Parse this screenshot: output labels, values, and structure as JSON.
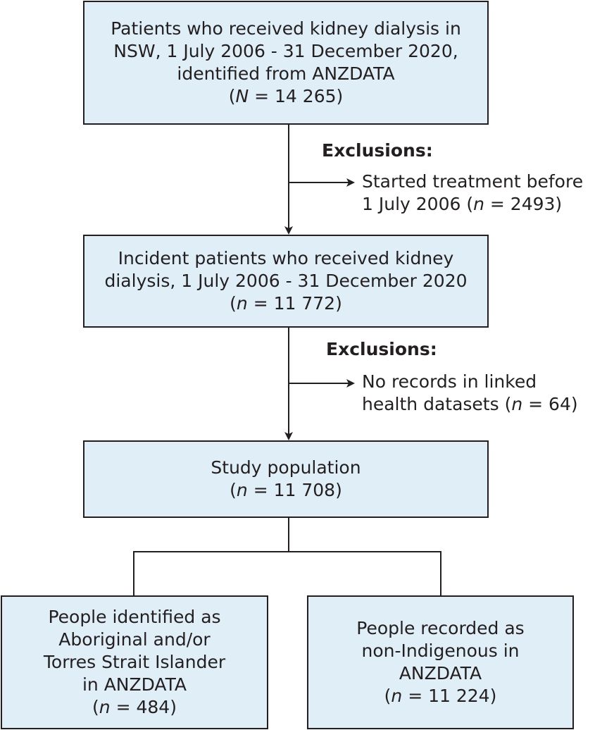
{
  "boxes": {
    "source": {
      "lines": [
        "Patients who received kidney dialysis in",
        "NSW, 1 July 2006 - 31 December 2020,",
        "identified from ANZDATA"
      ],
      "n_letter": "N",
      "n_value": "14 265"
    },
    "incident": {
      "lines": [
        "Incident patients who received kidney",
        "dialysis, 1 July 2006 - 31 December 2020"
      ],
      "n_letter": "n",
      "n_value": "11 772"
    },
    "study": {
      "lines": [
        "Study population"
      ],
      "n_letter": "n",
      "n_value": "11 708"
    },
    "aboriginal": {
      "lines": [
        "People identified as",
        "Aboriginal and/or",
        "Torres Strait Islander",
        "in ANZDATA"
      ],
      "n_letter": "n",
      "n_value": "484"
    },
    "non_indigenous": {
      "lines": [
        "People recorded as",
        "non-Indigenous in",
        "ANZDATA"
      ],
      "n_letter": "n",
      "n_value": "11 224"
    }
  },
  "exclusions": {
    "first": {
      "heading": "Exclusions:",
      "line1": "Started treatment before",
      "line2_prefix": "1 July 2006 (",
      "n_letter": "n",
      "n_value": "2493"
    },
    "second": {
      "heading": "Exclusions:",
      "line1": "No records in linked",
      "line2_prefix": "health datasets (",
      "n_letter": "n",
      "n_value": "64"
    }
  },
  "colors": {
    "box_fill": "#e0eef8",
    "stroke": "#231f20"
  }
}
